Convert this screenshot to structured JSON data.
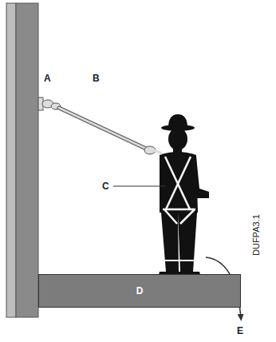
{
  "diagram": {
    "nodes": [
      {
        "text": [
          "D"
        ]
      }
    ],
    "labels": [
      "A",
      "B",
      "C",
      "E",
      "DUFPA3.1"
    ]
  }
}
